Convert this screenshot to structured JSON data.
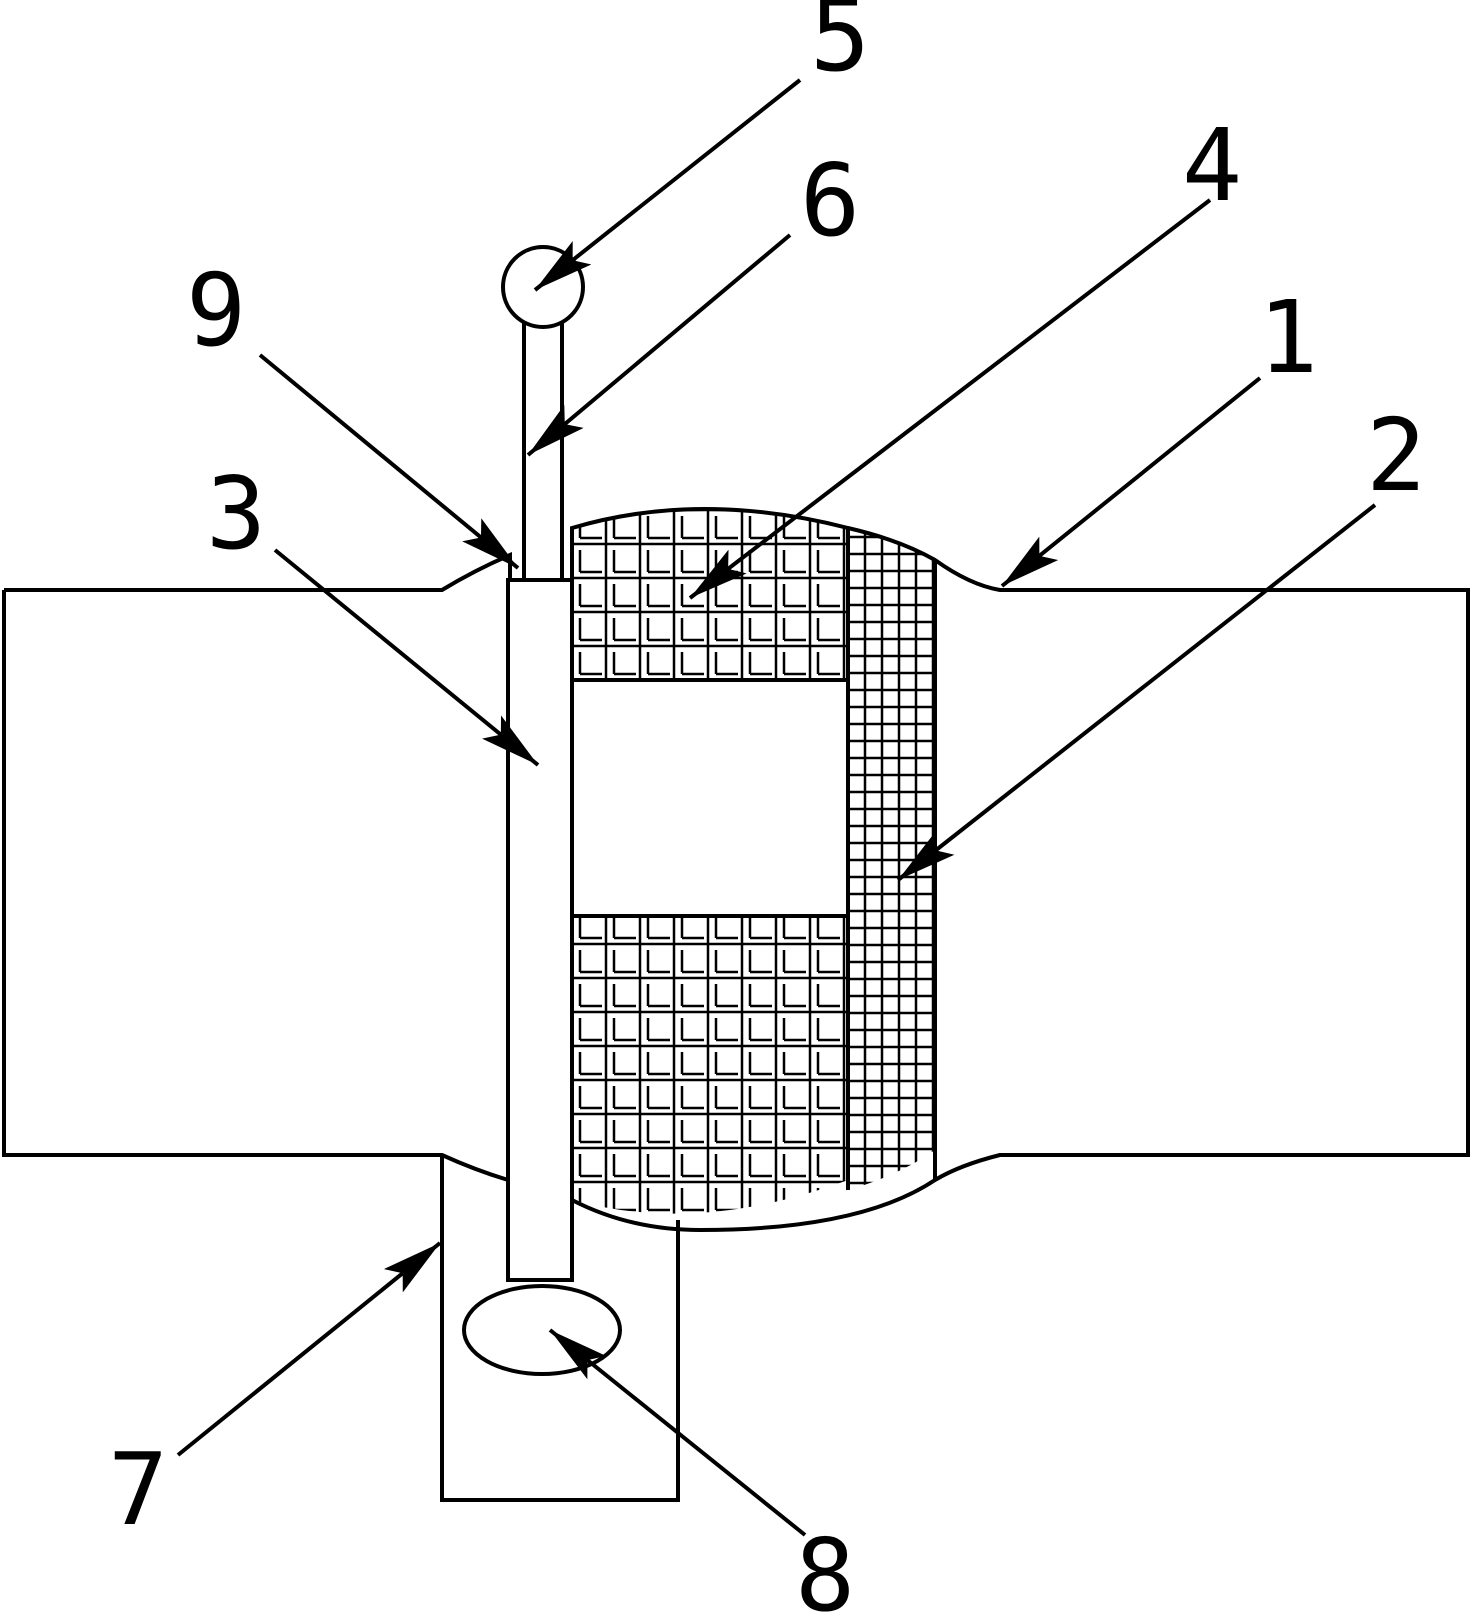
{
  "diagram": {
    "callouts": [
      {
        "id": "1",
        "text": "1"
      },
      {
        "id": "2",
        "text": "2"
      },
      {
        "id": "3",
        "text": "3"
      },
      {
        "id": "4",
        "text": "4"
      },
      {
        "id": "5",
        "text": "5"
      },
      {
        "id": "6",
        "text": "6"
      },
      {
        "id": "7",
        "text": "7"
      },
      {
        "id": "8",
        "text": "8"
      },
      {
        "id": "9",
        "text": "9"
      }
    ]
  },
  "colors": {
    "line": "#000000",
    "background": "#ffffff"
  }
}
